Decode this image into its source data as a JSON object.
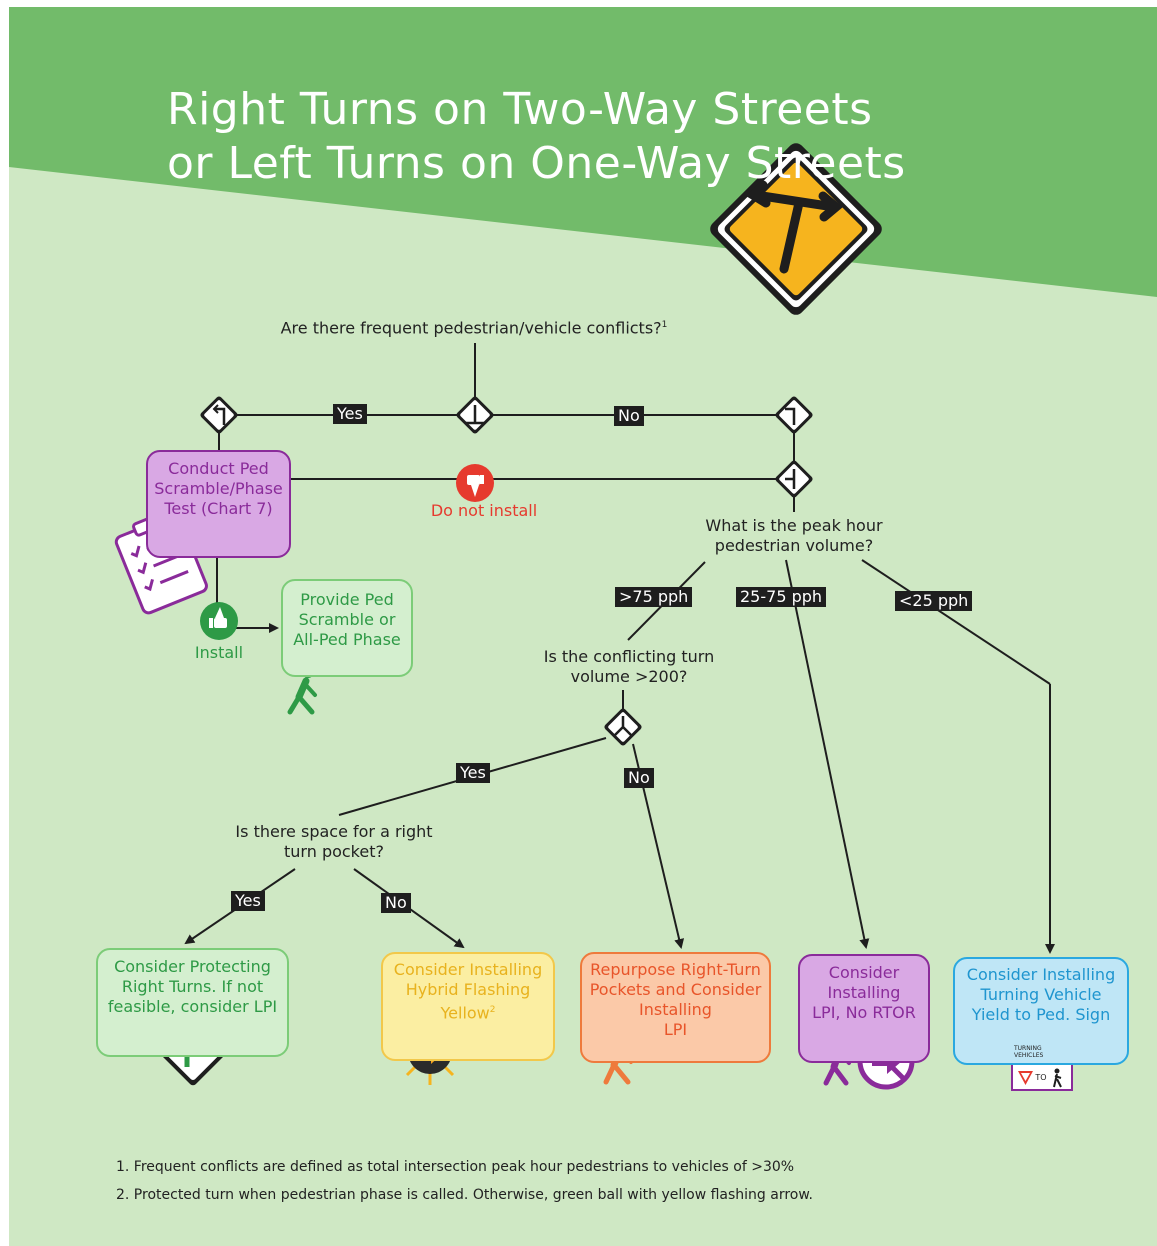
{
  "title": {
    "line1": "Right Turns on Two-Way Streets",
    "line2": "or Left Turns on One-Way Streets"
  },
  "colors": {
    "header": "#72bb6a",
    "background": "#cfe8c4",
    "purple": "#8a2b9a",
    "green": "#2e9a46",
    "yellow": "#f2c84a",
    "orange": "#ee7a3c",
    "blue": "#2aa8e0",
    "red": "#e63a2e"
  },
  "questions": {
    "q1": {
      "text": "Are there frequent pedestrian/vehicle conflicts?",
      "sup": "1"
    },
    "q2": {
      "line1": "What is the peak hour",
      "line2": "pedestrian volume?"
    },
    "q3": {
      "line1": "Is the conflicting turn",
      "line2": "volume >200?"
    },
    "q4": {
      "line1": "Is there space for a right",
      "line2": "turn pocket?"
    }
  },
  "labels": {
    "yes_top": "Yes",
    "no_top": "No",
    "gt75": ">75 pph",
    "mid": "25-75 pph",
    "lt25": "<25 pph",
    "yes_mid": "Yes",
    "no_mid": "No",
    "yes_low": "Yes",
    "no_low": "No"
  },
  "ped_test": {
    "line1": "Conduct Ped",
    "line2": "Scramble/Phase",
    "line3": "Test (Chart 7)"
  },
  "do_not_install": "Do not install",
  "install": "Install",
  "provide_ped": {
    "line1": "Provide Ped",
    "line2": "Scramble or",
    "line3": "All-Ped Phase"
  },
  "outcomes": {
    "protect": {
      "line1": "Consider Protecting",
      "line2": "Right Turns. If not",
      "line3": "feasible, consider LPI"
    },
    "hybrid": {
      "line1": "Consider Installing",
      "line2": "Hybrid Flashing",
      "line3": "Yellow",
      "sup": "2"
    },
    "repurpose": {
      "line1": "Repurpose Right-Turn",
      "line2": "Pockets and Consider",
      "line3": "Installing",
      "line4": "LPI"
    },
    "lpi": {
      "line1": "Consider",
      "line2": "Installing",
      "line3": "LPI, No RTOR"
    },
    "yield": {
      "line1": "Consider Installing",
      "line2": "Turning Vehicle",
      "line3": "Yield to Ped. Sign"
    }
  },
  "sign": {
    "line1": "TURNING",
    "line2": "VEHICLES",
    "to": "TO"
  },
  "footnotes": {
    "n1": "1. Frequent conflicts are defined as total intersection peak hour pedestrians to vehicles of >30%",
    "n2": "2. Protected turn when pedestrian phase is called. Otherwise, green ball with yellow flashing arrow."
  }
}
